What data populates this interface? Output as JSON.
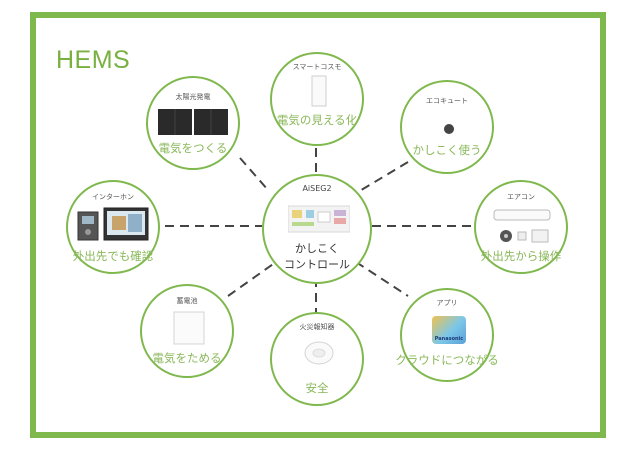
{
  "title": "HEMS",
  "colors": {
    "frame": "#7fb84d",
    "title": "#7ab040",
    "label": "#8ab85a",
    "dash": "#444444"
  },
  "center": {
    "device": "AiSEG2",
    "lines": [
      "かしこく",
      "コントロール"
    ]
  },
  "nodes": {
    "solar": {
      "device": "太陽光発電",
      "label": "電気をつくる"
    },
    "smartcosmo": {
      "device": "スマートコスモ",
      "label": "電気の見える化"
    },
    "ecocute": {
      "device": "エコキュート",
      "label": "かしこく使う"
    },
    "intercom": {
      "device": "インターホン",
      "label": "外出先でも確認"
    },
    "aircon": {
      "device": "エアコン",
      "label": "外出先から操作"
    },
    "battery": {
      "device": "蓄電池",
      "label": "電気をためる"
    },
    "firealarm": {
      "device": "火災報知器",
      "label": "安全"
    },
    "app": {
      "device": "アプリ",
      "label": "クラウドにつながる",
      "icon_text": "Panasonic"
    }
  }
}
